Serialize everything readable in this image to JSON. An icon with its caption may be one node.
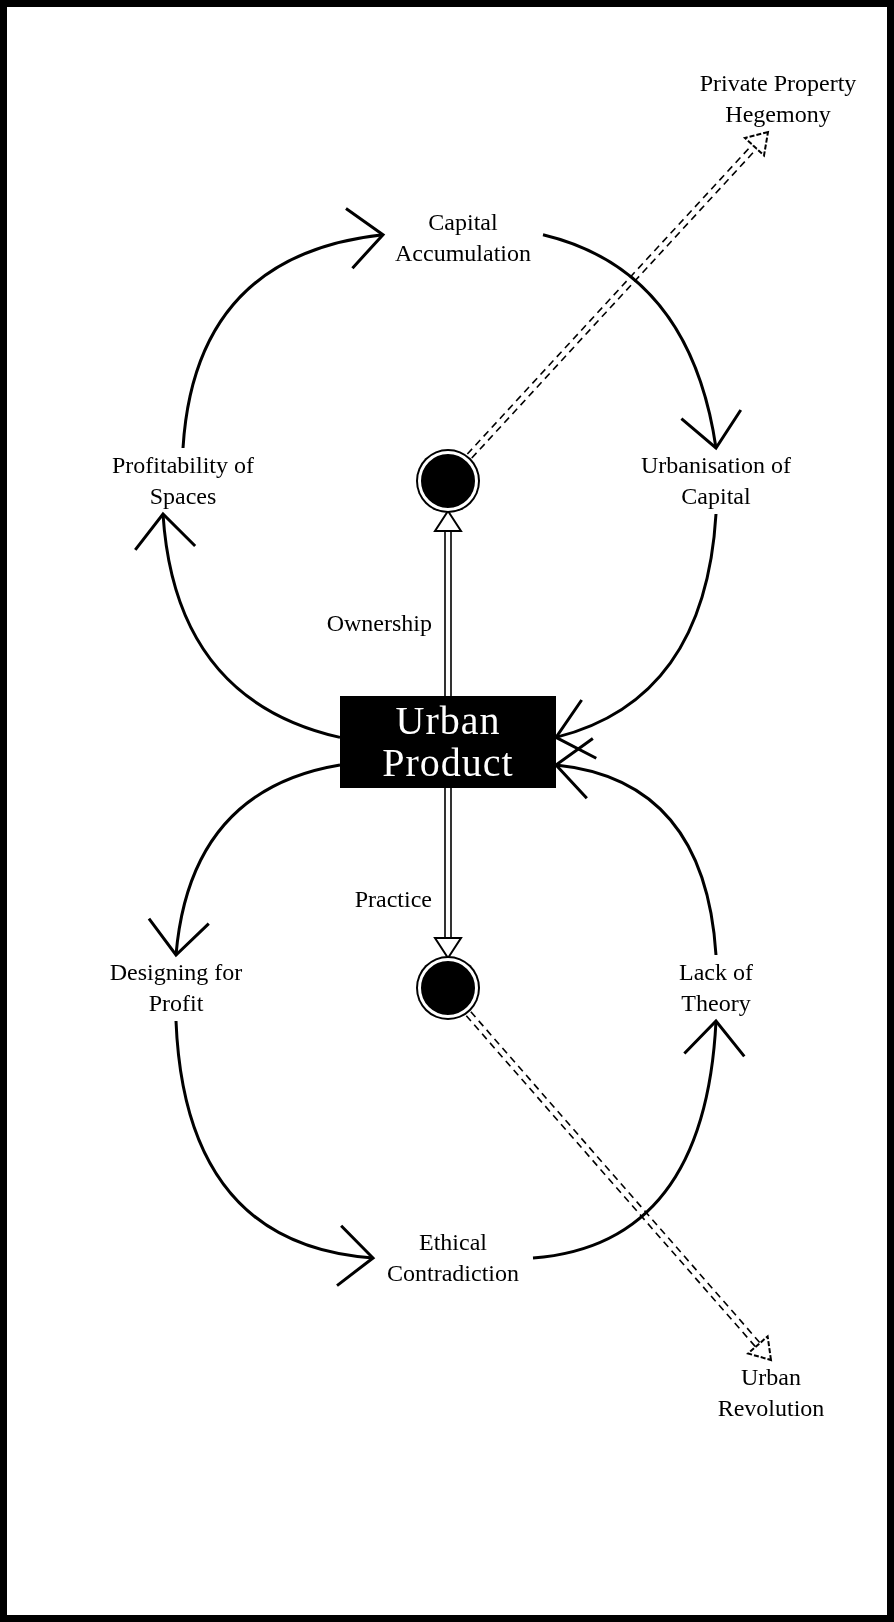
{
  "diagram": {
    "nodes": [
      {
        "text": [
          "Urban Product"
        ]
      },
      {
        "text": [
          "Capital Accumulation"
        ]
      },
      {
        "text": [
          "Urbanisation of Capital"
        ]
      },
      {
        "text": [
          "Profitability of Spaces"
        ]
      },
      {
        "text": [
          "Designing for Profit"
        ]
      },
      {
        "text": [
          "Ethical Contradiction"
        ]
      },
      {
        "text": [
          "Lack of Theory"
        ]
      },
      {
        "text": [],
        "shape": "circle"
      },
      {
        "text": [],
        "shape": "circle"
      },
      {
        "text": [
          "Private Property Hegemony"
        ]
      },
      {
        "text": [
          "Urban Revolution"
        ]
      }
    ],
    "edges": [
      {
        "from": 1,
        "to": 2,
        "arrow": "to"
      },
      {
        "from": 2,
        "to": 0,
        "arrow": "to"
      },
      {
        "from": 0,
        "to": 3,
        "arrow": "to"
      },
      {
        "from": 3,
        "to": 1,
        "arrow": "to"
      },
      {
        "from": 0,
        "to": 4,
        "arrow": "to"
      },
      {
        "from": 4,
        "to": 5,
        "arrow": "to"
      },
      {
        "from": 5,
        "to": 6,
        "arrow": "to"
      },
      {
        "from": 6,
        "to": 0,
        "arrow": "to"
      },
      {
        "from": 0,
        "to": 7,
        "arrow": "to",
        "label": "Ownership"
      },
      {
        "from": 0,
        "to": 8,
        "arrow": "to",
        "label": "Practice"
      },
      {
        "from": 7,
        "to": 9,
        "arrow": "to",
        "style": "dashed"
      },
      {
        "from": 8,
        "to": 10,
        "arrow": "to",
        "style": "dashed"
      }
    ]
  }
}
